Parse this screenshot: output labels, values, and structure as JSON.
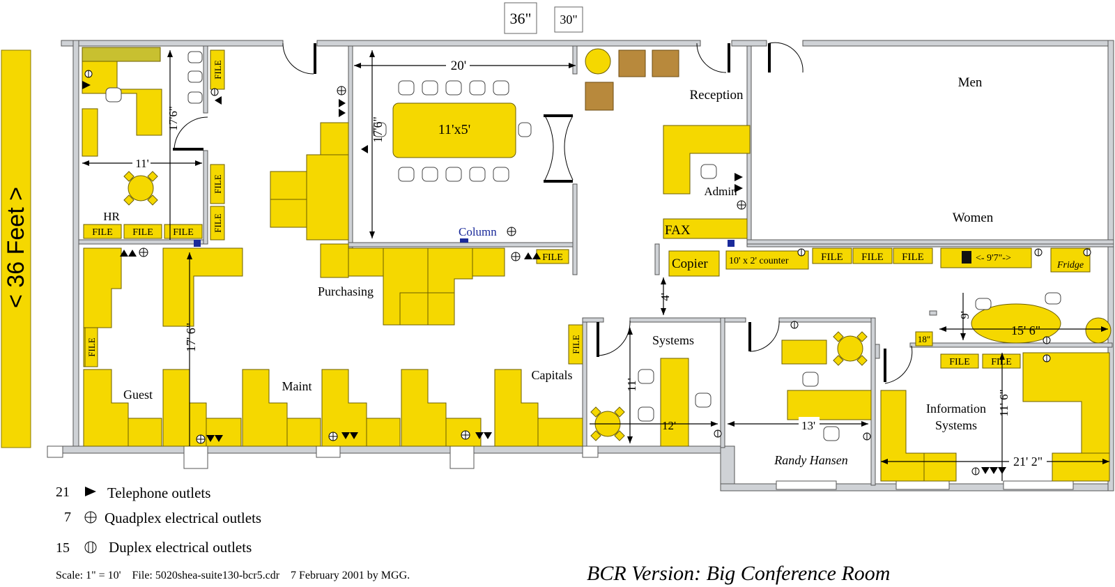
{
  "header": {
    "door_width_a": "36\"",
    "door_width_b": "30\""
  },
  "side_label": "< 36 Feet >",
  "rooms": {
    "hr": "HR",
    "reception": "Reception",
    "men": "Men",
    "women": "Women",
    "admin": "Admin",
    "purchasing": "Purchasing",
    "column": "Column",
    "fax": "FAX",
    "copier": "Copier",
    "counter": "10' x 2' counter",
    "guest": "Guest",
    "maint": "Maint",
    "capitals": "Capitals",
    "systems": "Systems",
    "randy": "Randy Hansen",
    "info1": "Information",
    "info2": "Systems",
    "fridge": "Fridge",
    "conf_table": "11'x5'"
  },
  "file_label": "FILE",
  "dims": {
    "d20": "20'",
    "d17_6a": "17'6\"",
    "d17_6b": "17'6\"",
    "d17_6c": "17' 6\"",
    "d11": "11'",
    "d4": "4'",
    "d11b": "11'",
    "d12": "12'",
    "d13": "13'",
    "d9": "9'",
    "d15_6": "15' 6\"",
    "d18": "18\"",
    "d11_6": "11' 6\"",
    "d21_2": "21' 2\"",
    "d9_7": "<- 9'7\"->"
  },
  "legend": {
    "phone_count": "21",
    "phone_label": "Telephone outlets",
    "quad_count": "7",
    "quad_label": "Quadplex electrical outlets",
    "duplex_count": "15",
    "duplex_label": "Duplex electrical outlets"
  },
  "footer": {
    "scale": "Scale: 1\" = 10'    File: 5020shea-suite130-bcr5.cdr    7 February 2001 by MGG.",
    "version": "BCR Version: Big Conference Room"
  },
  "colors": {
    "furniture": "#f5d800",
    "walls": "#cfd2d6",
    "side_bar": "#f5d800"
  }
}
